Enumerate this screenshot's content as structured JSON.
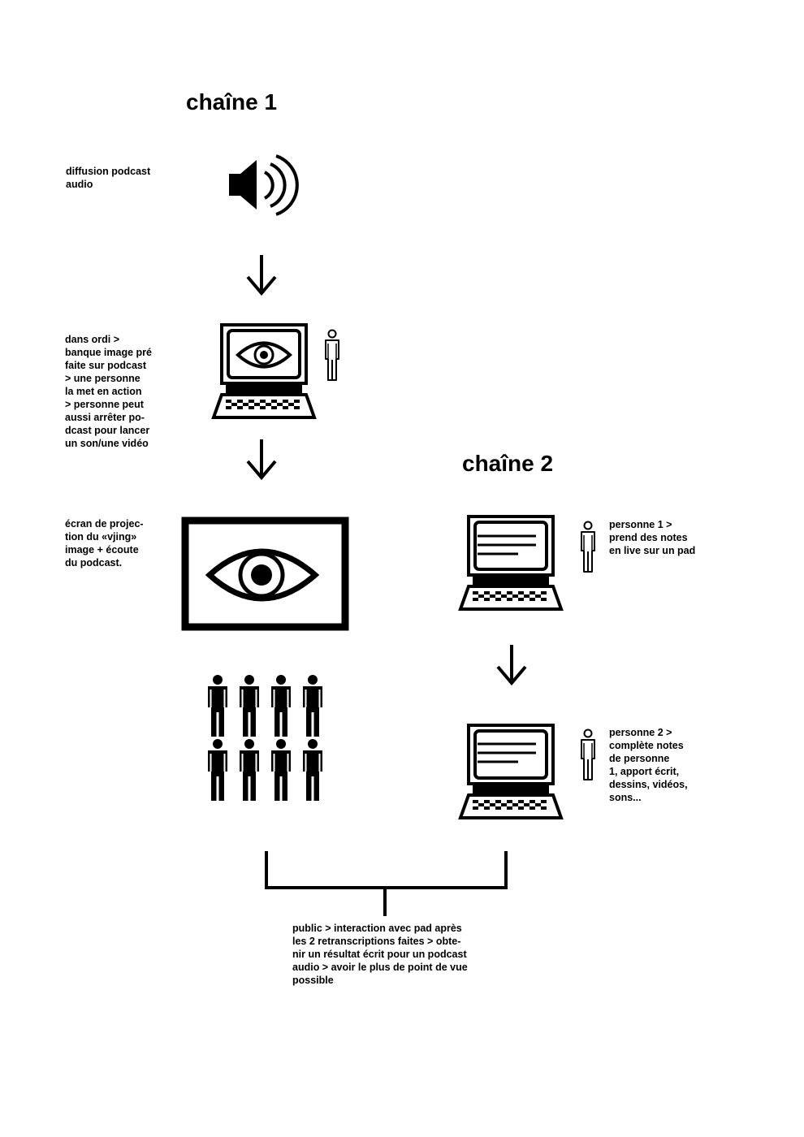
{
  "chain1": {
    "title": "chaîne 1",
    "step1": [
      "diffusion podcast",
      "audio"
    ],
    "step2": [
      "dans ordi >",
      "banque image pré",
      "faite sur podcast",
      "> une personne",
      "la met en action",
      "> personne peut",
      "aussi arrêter po-",
      "dcast pour lancer",
      "un son/une vidéo"
    ],
    "step3": [
      "écran de projec-",
      "tion du «vjing»",
      "image + écoute",
      "du podcast."
    ]
  },
  "chain2": {
    "title": "chaîne 2",
    "step1": [
      "personne 1 >",
      "prend des notes",
      "en live sur un pad"
    ],
    "step2": [
      "personne 2 >",
      "complète notes",
      "de personne",
      "1, apport écrit,",
      "dessins, vidéos,",
      "sons..."
    ]
  },
  "result": [
    "public > interaction avec pad après",
    "les 2 retranscriptions faites > obte-",
    "nir un résultat écrit pour un podcast",
    "audio > avoir le plus de point de vue",
    "possible"
  ],
  "icons": {
    "speaker": "speaker-icon",
    "laptop_eye": "laptop-eye-icon",
    "laptop_pad": "laptop-pad-icon",
    "person": "person-outline-icon",
    "audience": "audience-icon",
    "projection": "projection-screen-icon",
    "arrow": "arrow-down-icon",
    "bracket": "merge-bracket-icon"
  },
  "colors": {
    "ink": "#000000",
    "paper": "#ffffff"
  }
}
